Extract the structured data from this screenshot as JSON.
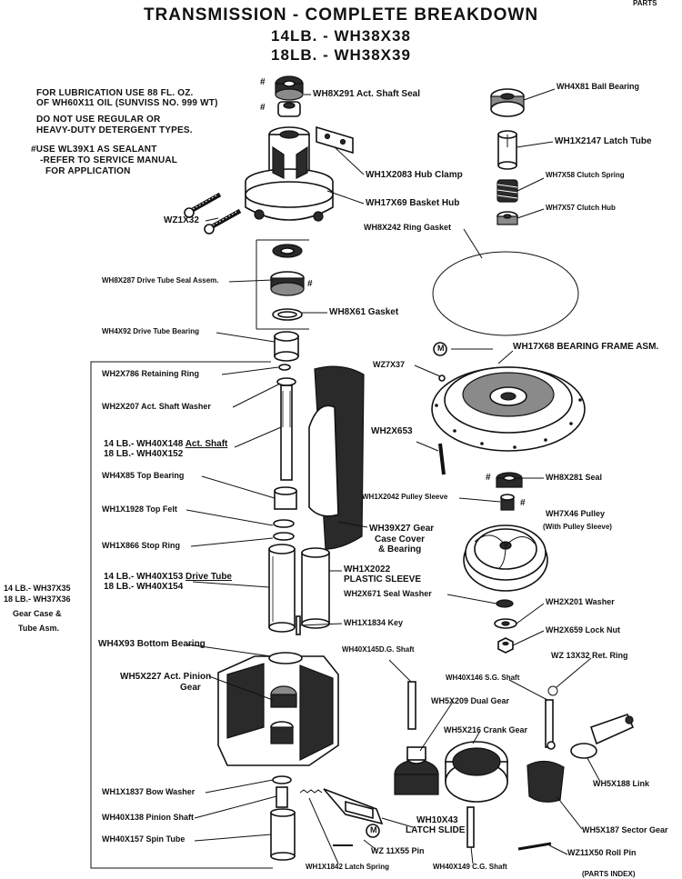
{
  "header": {
    "title": "TRANSMISSION - COMPLETE BREAKDOWN",
    "model_14": "14LB. - WH38X38",
    "model_18": "18LB. - WH38X39",
    "corner": "PARTS"
  },
  "notes": {
    "line1": "FOR LUBRICATION USE 88 FL. OZ.",
    "line2": "OF WH60X11 OIL (SUNVISS NO. 999 WT)",
    "line3": "DO NOT USE REGULAR OR",
    "line4": "HEAVY-DUTY DETERGENT TYPES.",
    "line5": "#USE WL39X1 AS SEALANT",
    "line6": "-REFER TO SERVICE MANUAL",
    "line7": "FOR APPLICATION"
  },
  "parts": {
    "act_shaft_seal": "WH8X291 Act. Shaft Seal",
    "hub_clamp": "WH1X2083 Hub Clamp",
    "basket_hub": "WH17X69 Basket Hub",
    "screw": "WZ1X32",
    "ball_bearing": "WH4X81 Ball Bearing",
    "latch_tube": "WH1X2147 Latch Tube",
    "clutch_spring": "WH7X58 Clutch Spring",
    "clutch_hub": "WH7X57 Clutch Hub",
    "ring_gasket": "WH8X242 Ring Gasket",
    "drive_tube_seal": "WH8X287 Drive Tube Seal Assem.",
    "gasket": "WH8X61 Gasket",
    "drive_tube_bearing": "WH4X92 Drive Tube Bearing",
    "bearing_frame": "WH17X68 BEARING FRAME ASM.",
    "wz7x37": "WZ7X37",
    "retaining_ring": "WH2X786 Retaining Ring",
    "act_shaft_washer": "WH2X207 Act. Shaft Washer",
    "act_shaft_14_prefix": "14 LB.- WH40X148",
    "act_shaft_14_name": "Act. Shaft",
    "act_shaft_18": "18 LB.- WH40X152",
    "wh2x653": "WH2X653",
    "top_bearing": "WH4X85 Top Bearing",
    "seal_281": "WH8X281 Seal",
    "top_felt": "WH1X1928 Top Felt",
    "pulley_sleeve": "WH1X2042 Pulley Sleeve",
    "pulley": "WH7X46 Pulley",
    "pulley_note": "(With Pulley Sleeve)",
    "stop_ring": "WH1X866 Stop Ring",
    "gear_case_cover_1": "WH39X27 Gear",
    "gear_case_cover_2": "Case Cover",
    "gear_case_cover_3": "& Bearing",
    "drive_tube_14_prefix": "14 LB.- WH40X153",
    "drive_tube_14_name": "Drive Tube",
    "drive_tube_18": "18 LB.- WH40X154",
    "plastic_sleeve_1": "WH1X2022",
    "plastic_sleeve_2": "PLASTIC SLEEVE",
    "seal_washer": "WH2X671 Seal Washer",
    "washer_201": "WH2X201 Washer",
    "key": "WH1X1834 Key",
    "lock_nut": "WH2X659 Lock Nut",
    "gear_case_1": "14 LB.- WH37X35",
    "gear_case_2": "18 LB.- WH37X36",
    "gear_case_3": "Gear Case &",
    "gear_case_4": "Tube Asm.",
    "bottom_bearing": "WH4X93 Bottom Bearing",
    "dg_shaft": "WH40X145D.G. Shaft",
    "ret_ring": "WZ 13X32 Ret. Ring",
    "sg_shaft": "WH40X146 S.G. Shaft",
    "pinion_gear_1": "WH5X227 Act. Pinion",
    "pinion_gear_2": "Gear",
    "dual_gear": "WH5X209 Dual Gear",
    "crank_gear": "WH5X216 Crank Gear",
    "bow_washer": "WH1X1837 Bow Washer",
    "link": "WH5X188 Link",
    "pinion_shaft": "WH40X138 Pinion Shaft",
    "latch_slide_1": "WH10X43",
    "latch_slide_2": "LATCH SLIDE",
    "sector_gear": "WH5X187 Sector Gear",
    "spin_tube": "WH40X157 Spin Tube",
    "pin": "WZ 11X55 Pin",
    "roll_pin": "WZ11X50 Roll Pin",
    "latch_spring": "WH1X1842 Latch Spring",
    "cg_shaft": "WH40X149 C.G. Shaft"
  },
  "markers": {
    "hash": "#",
    "m": "M"
  },
  "footer": {
    "partial": "(PARTS INDEX)"
  }
}
